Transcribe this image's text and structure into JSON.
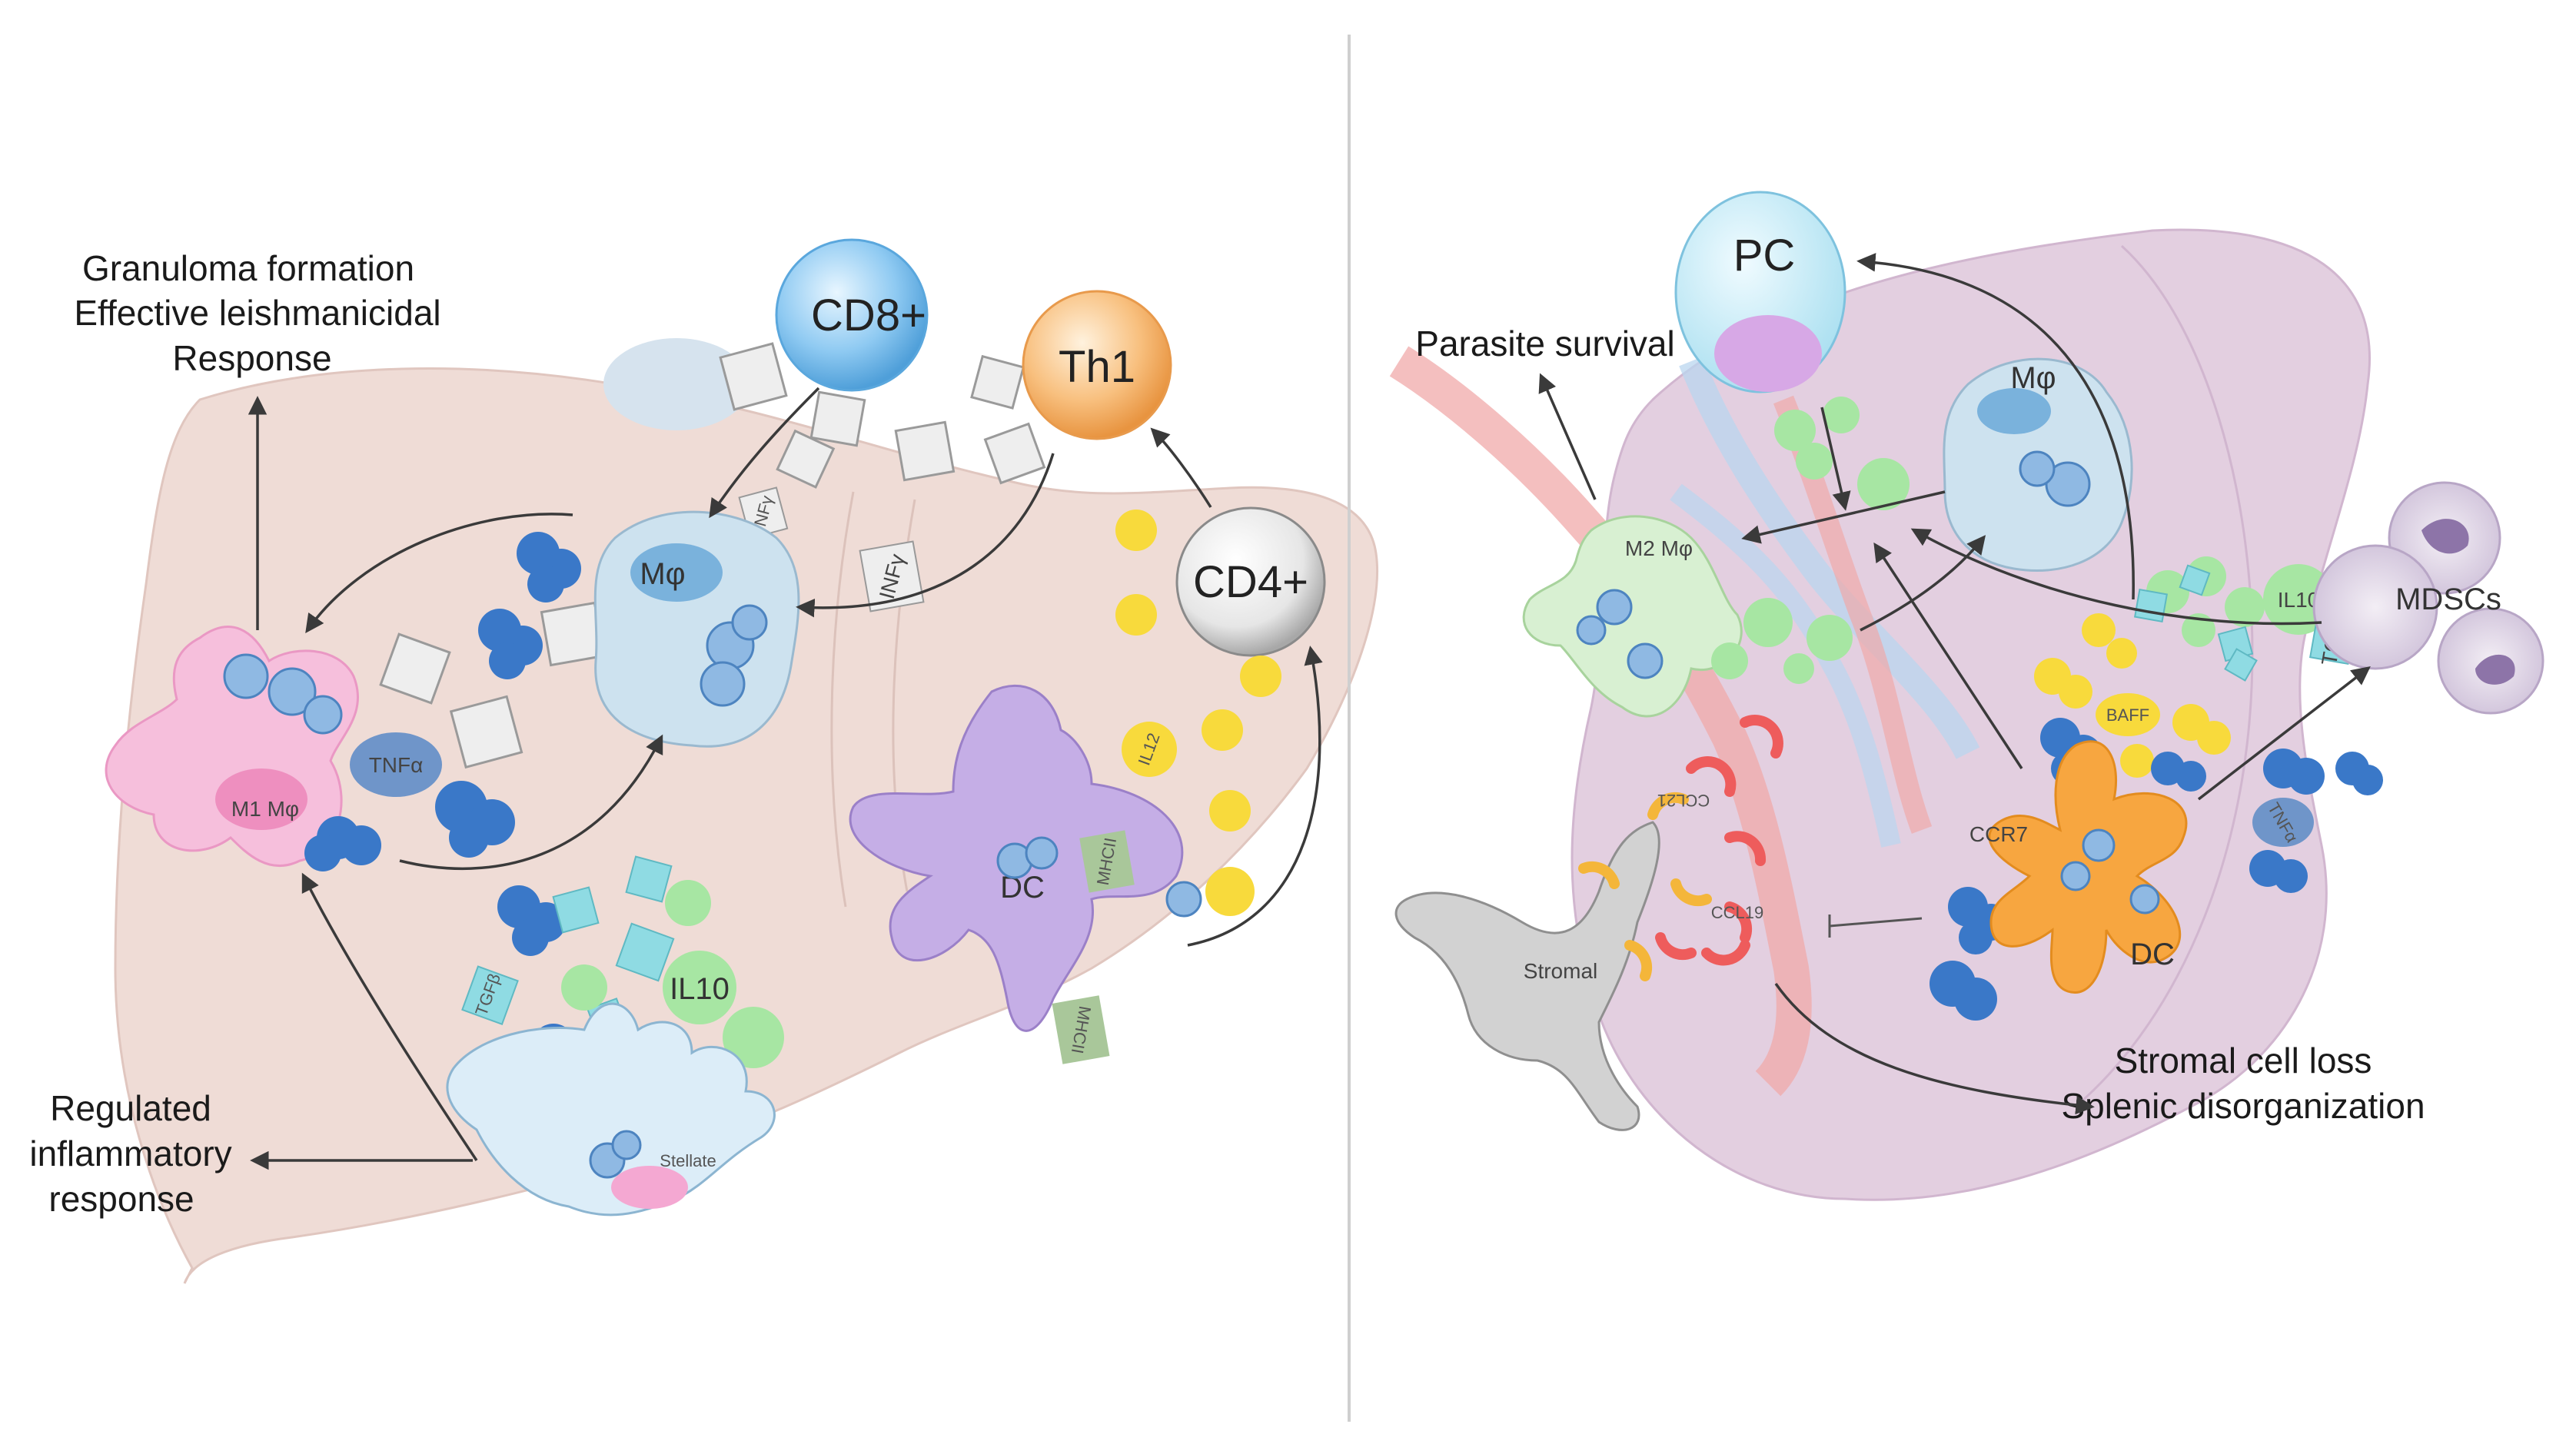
{
  "liver": {
    "captions": {
      "granuloma_1": "Granuloma formation",
      "granuloma_2": "Effective leishmanicidal",
      "granuloma_3": "Response",
      "regulated_1": "Regulated",
      "regulated_2": "inflammatory",
      "regulated_3": "response"
    },
    "cells": {
      "cd8": "CD8+",
      "th1": "Th1",
      "cd4": "CD4+",
      "macrophage": "Mφ",
      "m1_macrophage": "M1 Mφ",
      "dc": "DC",
      "stellate": "Stellate"
    },
    "molecules": {
      "tnfa": "TNFα",
      "il10": "IL10",
      "il12": "IL12",
      "tgfb": "TGFβ",
      "infy_large": "INFγ",
      "infy_small": "INFγ",
      "mhcii_1": "MHCII",
      "mhcii_2": "MHCII"
    }
  },
  "spleen": {
    "captions": {
      "parasite": "Parasite survival",
      "stromal_loss_1": "Stromal cell loss",
      "stromal_loss_2": "Splenic disorganization"
    },
    "cells": {
      "pc": "PC",
      "macrophage": "Mφ",
      "m2_macrophage": "M2 Mφ",
      "mdscs": "MDSCs",
      "dc": "DC",
      "stromal": "Stromal"
    },
    "molecules": {
      "il10": "IL10",
      "tgfb": "TGFβ",
      "baff": "BAFF",
      "tnfa": "TNFα",
      "ccr7": "CCR7",
      "ccl19": "CCL19",
      "ccl21": "CCL21"
    }
  },
  "colors": {
    "liver_tissue": "#efdcd6",
    "spleen_tissue": "#e3cfe0",
    "m1_pink": "#f5b3d6",
    "cd8_blue": "#7cc3f0",
    "th1_orange": "#f7b870",
    "dc_purple": "#c5aee6",
    "dc_orange": "#f7a640",
    "cytokine_blue": "#3a78c8",
    "il10_green": "#9fe3a0",
    "yellow": "#f8da3c",
    "cyan_square": "#8fdbe3"
  }
}
